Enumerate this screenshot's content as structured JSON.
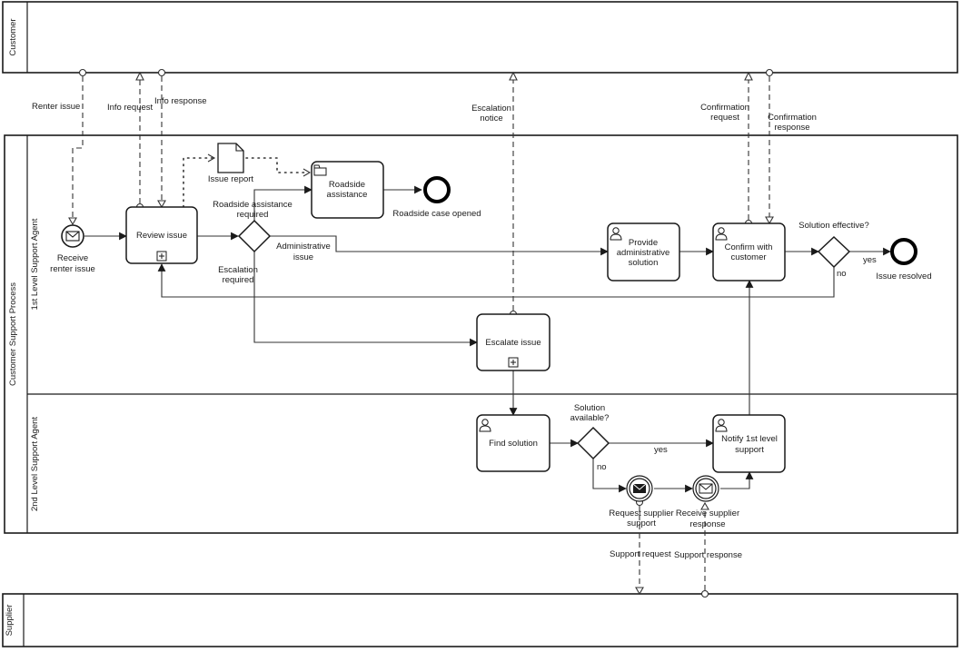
{
  "pools": {
    "customer": "Customer",
    "process": "Customer Support Process",
    "supplier": "Supplier"
  },
  "lanes": {
    "first": "1st Level Support Agent",
    "second": "2nd Level Support Agent"
  },
  "events": {
    "receive_renter_issue": [
      "Receive",
      "renter issue"
    ],
    "roadside_case_opened": "Roadside case opened",
    "issue_resolved": "Issue resolved",
    "request_supplier_support": [
      "Request supplier",
      "support"
    ],
    "receive_supplier_response": [
      "Receive supplier",
      "response"
    ]
  },
  "tasks": {
    "review_issue": "Review issue",
    "roadside_assistance": [
      "Roadside",
      "assistance"
    ],
    "provide_admin_solution": [
      "Provide",
      "administrative",
      "solution"
    ],
    "confirm_with_customer": [
      "Confirm with",
      "customer"
    ],
    "escalate_issue": "Escalate issue",
    "find_solution": "Find solution",
    "notify_first_level": [
      "Notify 1st level",
      "support"
    ]
  },
  "data_objects": {
    "issue_report": "Issue report"
  },
  "gateways": {
    "issue_type": {
      "roadside_label": [
        "Roadside assistance",
        "required"
      ],
      "admin_label": [
        "Administrative",
        "issue"
      ],
      "escalation_label": [
        "Escalation",
        "required"
      ]
    },
    "solution_effective": {
      "label": "Solution effective?",
      "yes": "yes",
      "no": "no"
    },
    "solution_available": {
      "label": [
        "Solution",
        "available?"
      ],
      "yes": "yes",
      "no": "no"
    }
  },
  "message_flows": {
    "renter_issue": "Renter issue",
    "info_request": "Info request",
    "info_response": "Info response",
    "escalation_notice": [
      "Escalation",
      "notice"
    ],
    "confirmation_request": [
      "Confirmation",
      "request"
    ],
    "confirmation_response": [
      "Confirmation",
      "response"
    ],
    "support_request": "Support request",
    "support_response": "Support response"
  }
}
